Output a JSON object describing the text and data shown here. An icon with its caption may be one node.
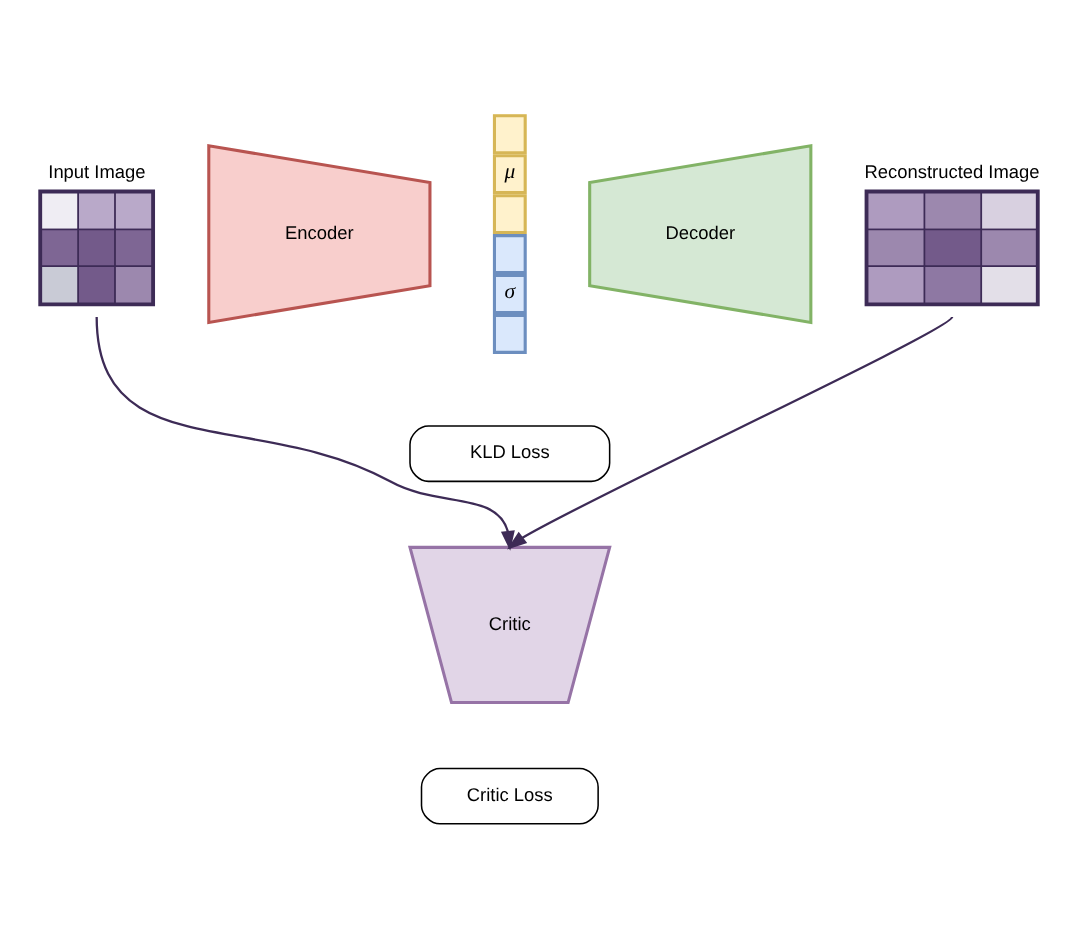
{
  "diagram": {
    "nodes": [
      {
        "text": [
          "Input Image"
        ]
      },
      {
        "text": [
          "Encoder"
        ]
      },
      {
        "text": [
          "μ",
          "σ"
        ]
      },
      {
        "text": [
          "Decoder"
        ]
      },
      {
        "text": [
          "Reconstructed Image"
        ]
      },
      {
        "text": [
          "KLD Loss"
        ]
      },
      {
        "text": [
          "Critic"
        ]
      },
      {
        "text": [
          "Critic Loss"
        ]
      }
    ],
    "edges": [
      {
        "from": 0,
        "to": 6,
        "arrow": "to"
      },
      {
        "from": 4,
        "to": 6,
        "arrow": "to"
      }
    ]
  }
}
